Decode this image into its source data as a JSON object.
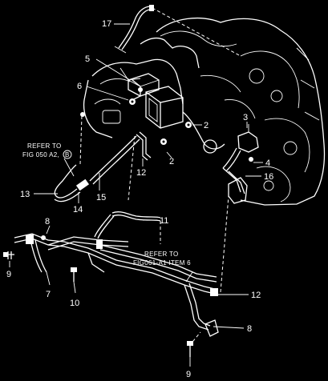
{
  "callouts": {
    "c17": "17",
    "c5": "5",
    "c6": "6",
    "c2a": "2",
    "c2b": "2",
    "c3": "3",
    "c4": "4",
    "c16": "16",
    "c12a": "12",
    "c15": "15",
    "c14": "14",
    "c13": "13",
    "c11": "11",
    "c8a": "8",
    "c9a": "9",
    "c7": "7",
    "c10": "10",
    "c12b": "12",
    "c8b": "8",
    "c9b": "9"
  },
  "notes": {
    "ref1_line1": "REFER TO",
    "ref1_line2": "FIG 050 A2,",
    "ref1_circled": "B",
    "ref2_line1": "REFER TO",
    "ref2_line2": "FIG061-A1 ITEM 6"
  }
}
